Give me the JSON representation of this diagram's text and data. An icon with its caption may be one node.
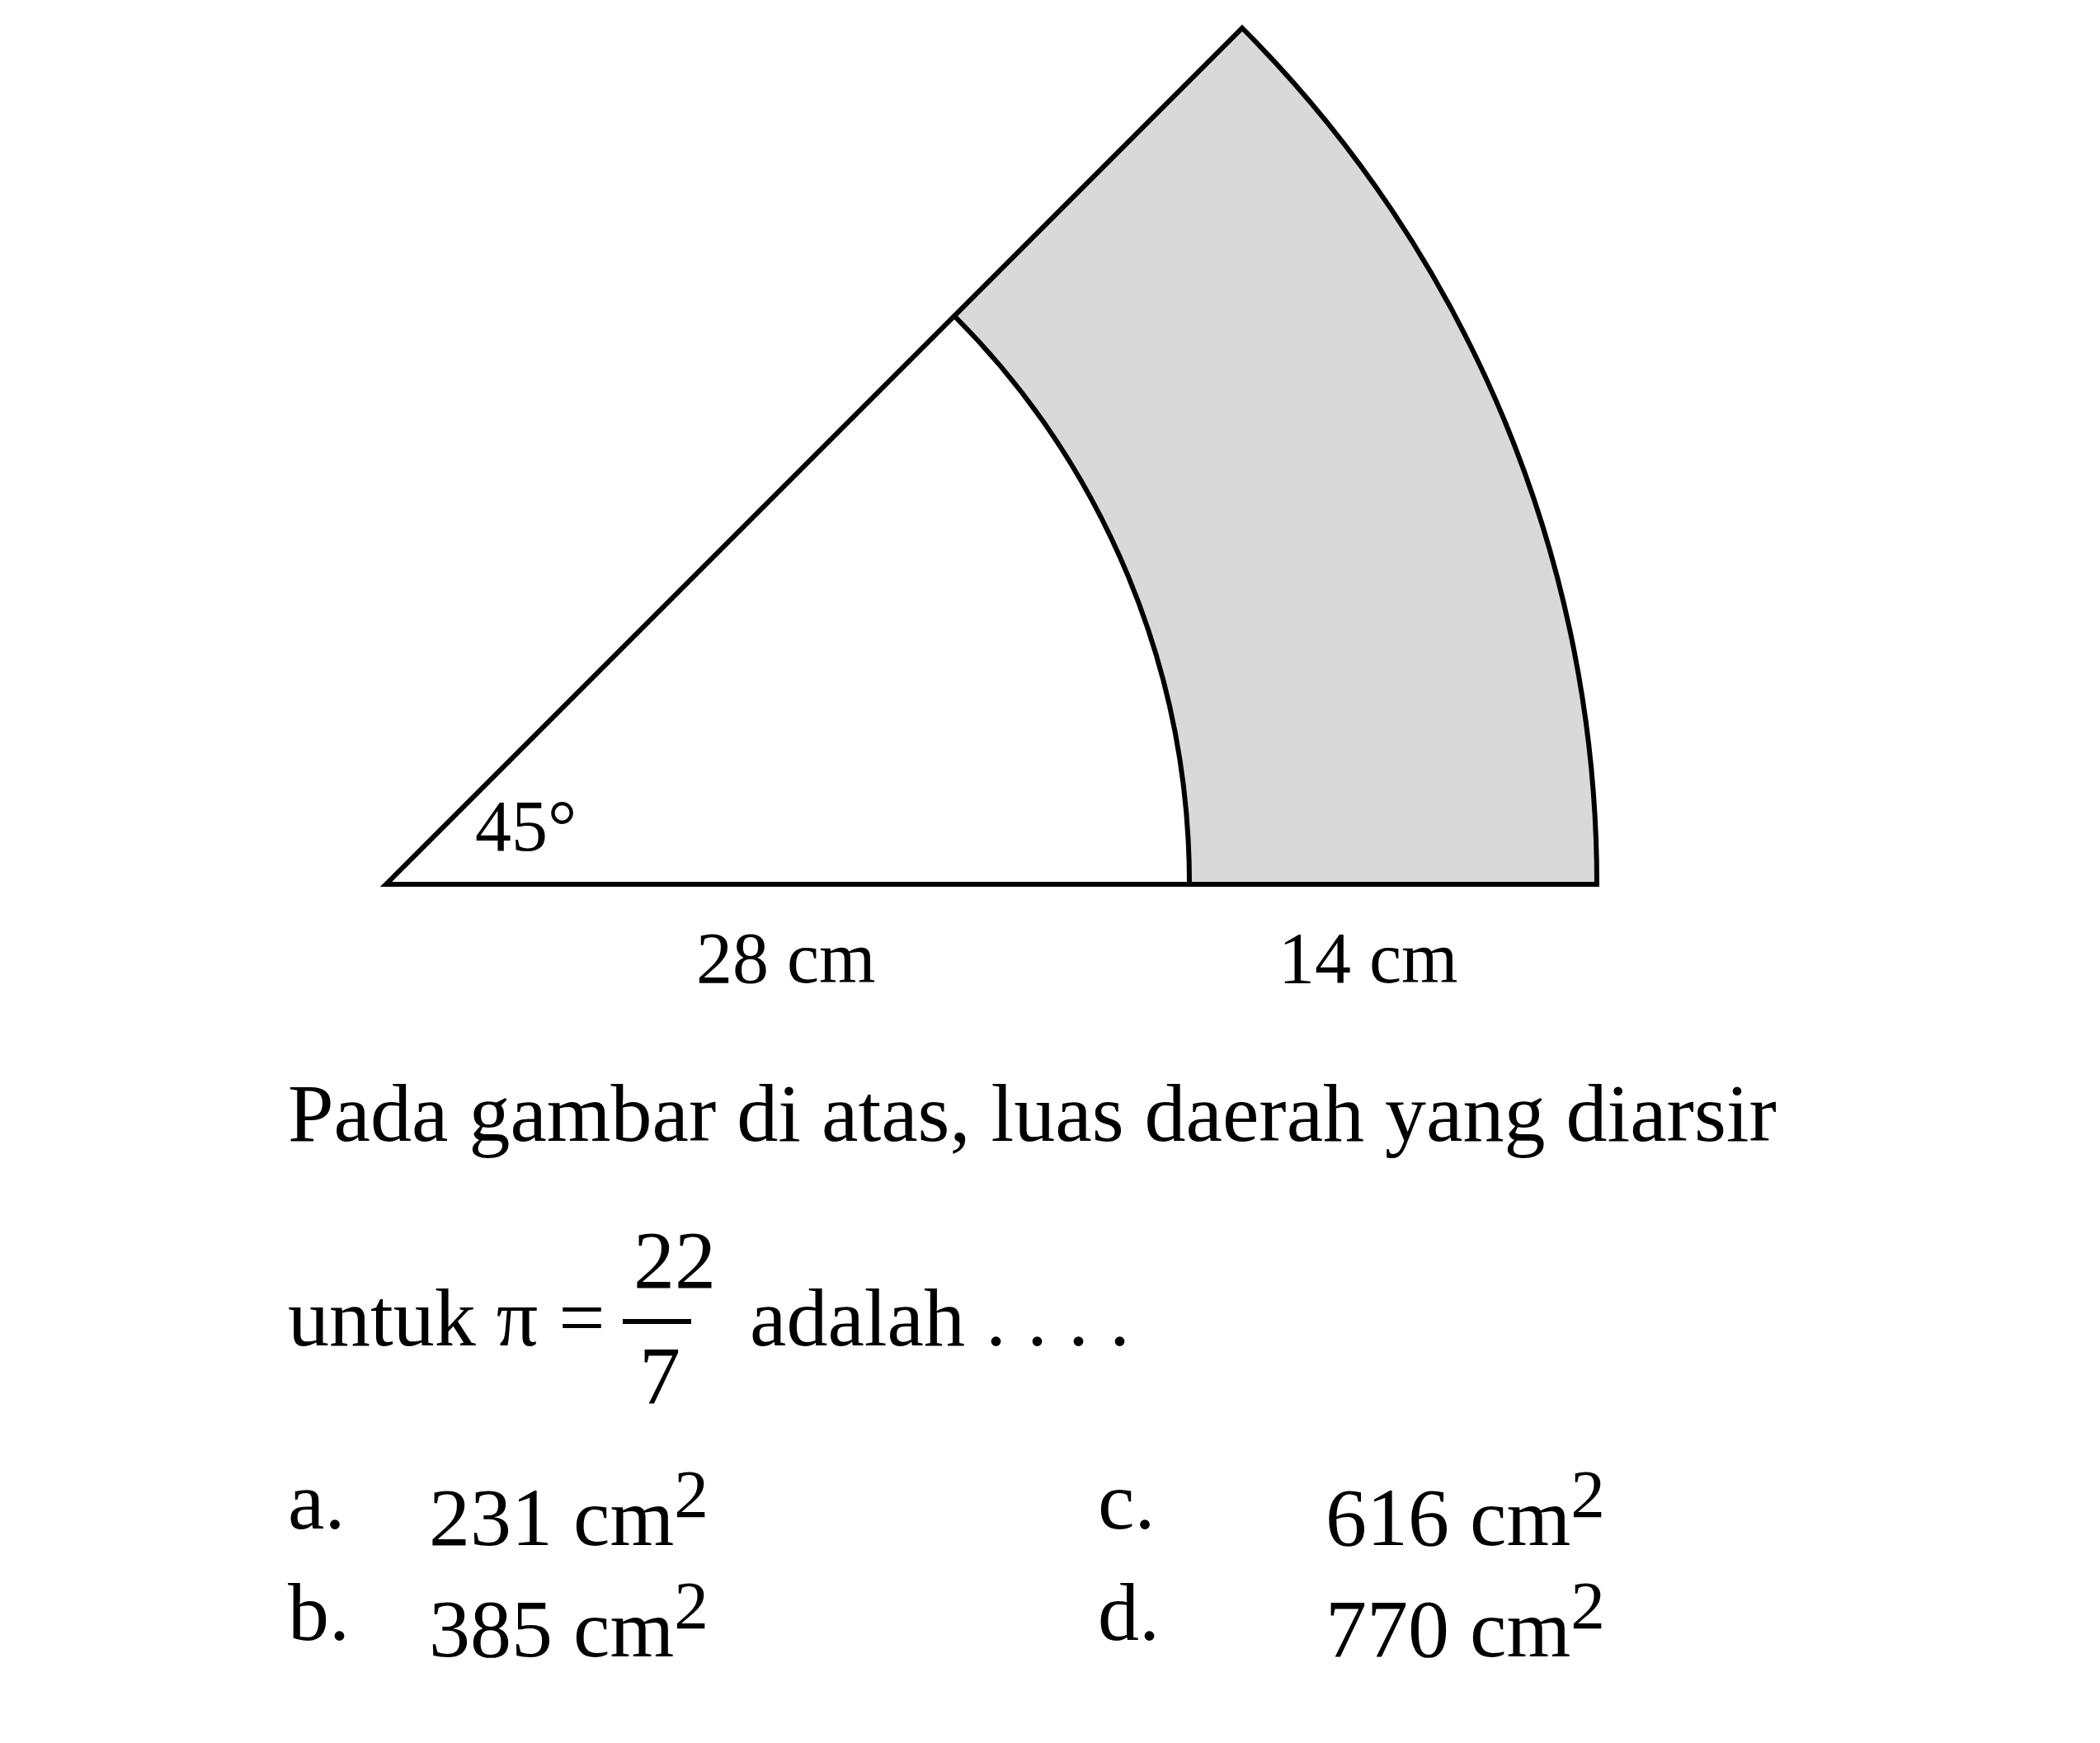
{
  "diagram": {
    "labels": [
      "45°",
      "28 cm",
      "14 cm",
      "Pada gambar di atas, luas daerah yang diarsir",
      "untuk π =",
      "22",
      "7",
      "adalah . . . .",
      "a.",
      "231 cm$^{2}$",
      "c.",
      "616 cm$^{2}$",
      "b.",
      "385 cm$^{2}$",
      "d.",
      "770 cm$^{2}$"
    ]
  }
}
